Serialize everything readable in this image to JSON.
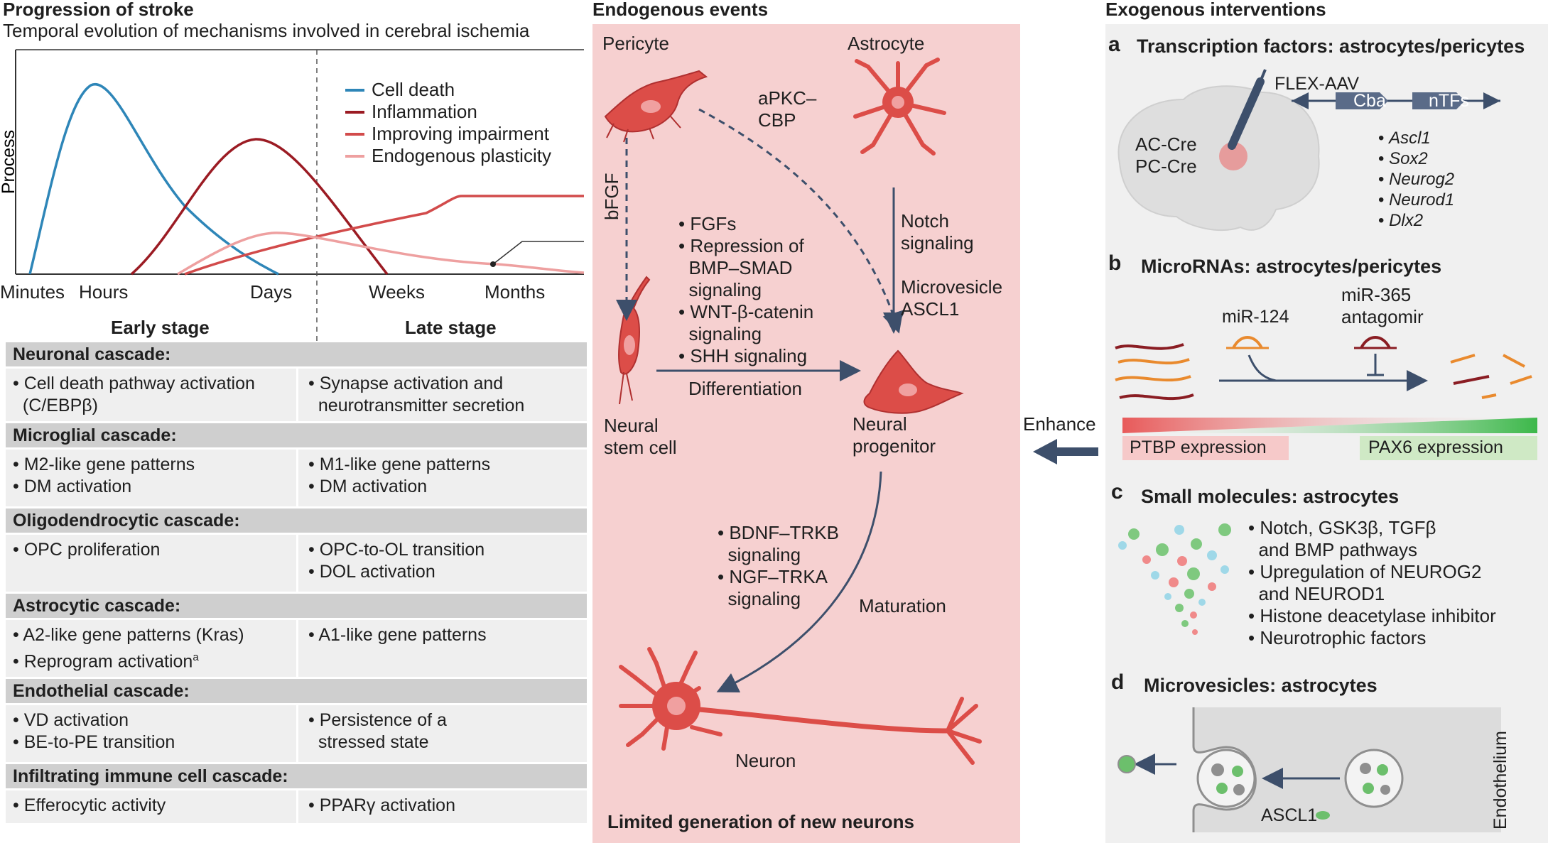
{
  "left": {
    "title": "Progression of stroke",
    "subtitle": "Temporal evolution of mechanisms involved in cerebral ischemia",
    "y_label": "Process",
    "time_labels": [
      "Minutes",
      "Hours",
      "Days",
      "Weeks",
      "Months"
    ],
    "legend": [
      "Cell death",
      "Inflammation",
      "Improving impairment",
      "Endogenous plasticity"
    ],
    "early_stage": "Early stage",
    "late_stage": "Late stage",
    "cascades": [
      {
        "title": "Neuronal cascade:",
        "early": [
          "• Cell death pathway activation",
          "  (C/EBPβ)"
        ],
        "late": [
          "• Synapse activation and",
          "  neurotransmitter secretion"
        ]
      },
      {
        "title": "Microglial cascade:",
        "early": [
          "• M2-like gene patterns",
          "• DM activation"
        ],
        "late": [
          "• M1-like gene patterns",
          "• DM activation"
        ]
      },
      {
        "title": "Oligodendrocytic cascade:",
        "early": [
          "• OPC proliferation"
        ],
        "late": [
          "• OPC-to-OL transition",
          "• DOL activation"
        ]
      },
      {
        "title": "Astrocytic cascade:",
        "early": [
          "• A2-like gene patterns (Kras)",
          "• Reprogram activation"
        ],
        "late": [
          "• A1-like gene patterns"
        ]
      },
      {
        "title": "Endothelial cascade:",
        "early": [
          "• VD activation",
          "• BE-to-PE transition"
        ],
        "late": [
          "• Persistence of a",
          "  stressed state"
        ]
      },
      {
        "title": "Infiltrating immune cell cascade:",
        "early": [
          "• Efferocytic activity"
        ],
        "late": [
          "• PPARγ activation"
        ]
      }
    ],
    "footnote_mark": "a",
    "colors": {
      "cell_death": "#2e86b8",
      "inflammation": "#9b1b23",
      "improving": "#d24b4b",
      "plasticity": "#eea0a0"
    }
  },
  "middle": {
    "title": "Endogenous events",
    "pericyte": "Pericyte",
    "astrocyte": "Astrocyte",
    "apkc": [
      "aPKC–",
      "CBP"
    ],
    "bfgf": "bFGF",
    "signals": [
      "• FGFs",
      "• Repression of",
      "  BMP–SMAD",
      "  signaling",
      "• WNT-β-catenin",
      "  signaling",
      "• SHH signaling"
    ],
    "differentiation": "Differentiation",
    "notch": [
      "Notch",
      "signaling"
    ],
    "microvesicle": [
      "Microvesicle",
      "ASCL1"
    ],
    "nsc": [
      "Neural",
      "stem cell"
    ],
    "progenitor": [
      "Neural",
      "progenitor"
    ],
    "bdnf": [
      "• BDNF–TRKB",
      "  signaling",
      "• NGF–TRKA",
      "  signaling"
    ],
    "maturation": "Maturation",
    "neuron": "Neuron",
    "bottom": "Limited generation of new neurons"
  },
  "enhance": "Enhance",
  "right": {
    "title": "Exogenous interventions",
    "a": {
      "letter": "a",
      "title": "Transcription factors: astrocytes/pericytes",
      "flex": "FLEX-AAV",
      "cre": [
        "AC-Cre",
        "PC-Cre"
      ],
      "cba": "Cba",
      "ntfs": "nTFs",
      "genes": [
        "Ascl1",
        "Sox2",
        "Neurog2",
        "Neurod1",
        "Dlx2"
      ]
    },
    "b": {
      "letter": "b",
      "title": "MicroRNAs: astrocytes/pericytes",
      "mir124": "miR-124",
      "mir365": [
        "miR-365",
        "antagomir"
      ],
      "ptbp": "PTBP expression",
      "pax6": "PAX6 expression"
    },
    "c": {
      "letter": "c",
      "title": "Small molecules: astrocytes",
      "items": [
        "• Notch, GSK3β, TGFβ",
        "  and BMP pathways",
        "• Upregulation of NEUROG2",
        "  and NEUROD1",
        "• Histone deacetylase inhibitor",
        "• Neurotrophic factors"
      ]
    },
    "d": {
      "letter": "d",
      "title": "Microvesicles: astrocytes",
      "ascl1": "ASCL1",
      "endothelium": "Endothelium"
    }
  }
}
